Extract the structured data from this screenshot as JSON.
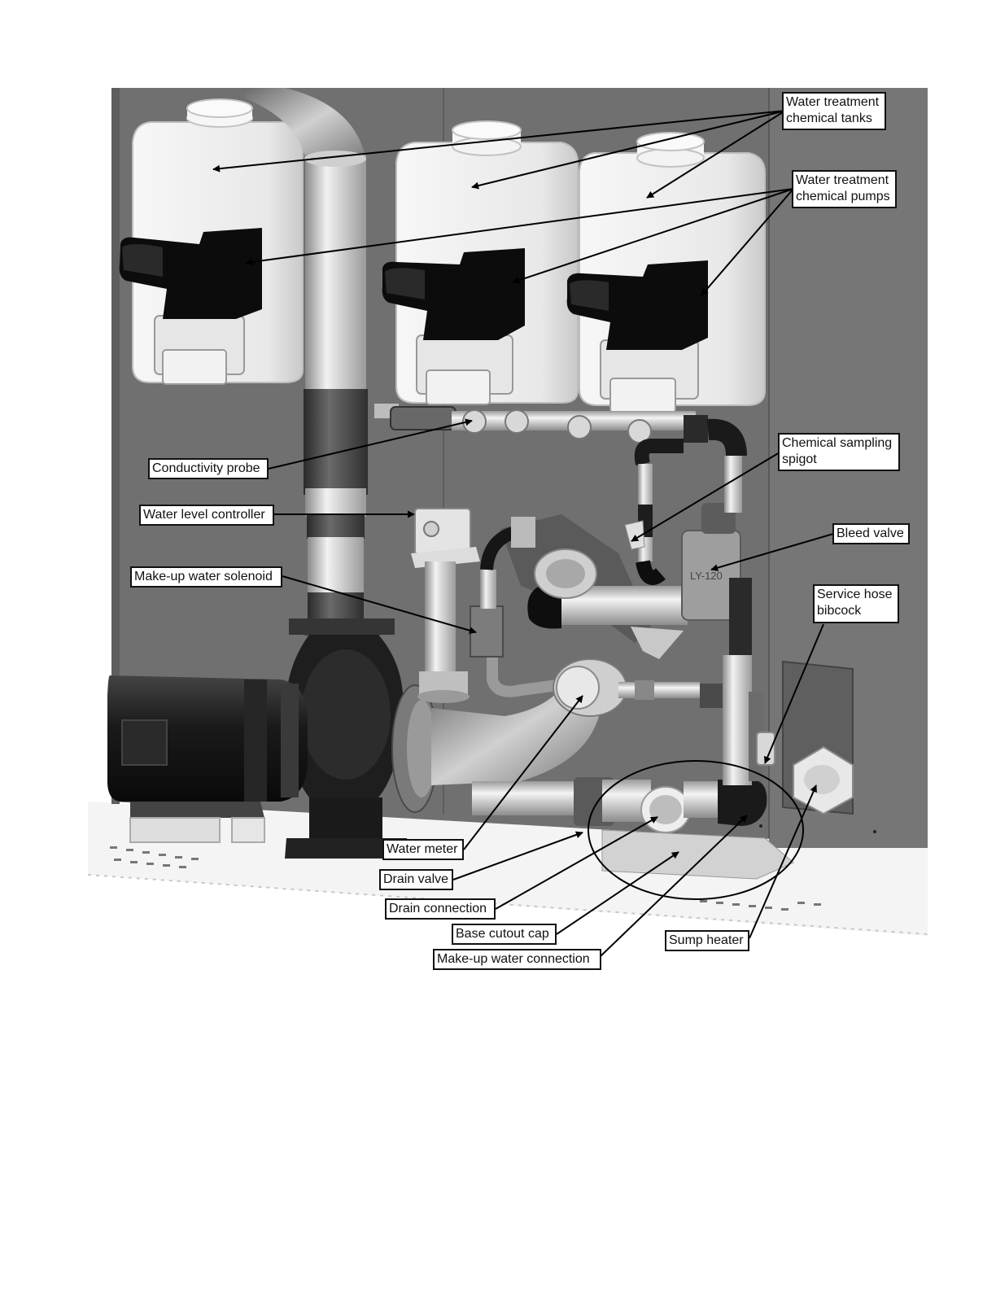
{
  "labels": {
    "water_treatment_tanks": "Water treatment\nchemical tanks",
    "water_treatment_pumps": "Water treatment\nchemical pumps",
    "conductivity_probe": "Conductivity probe",
    "chemical_sampling_spigot": "Chemical sampling\nspigot",
    "water_level_controller": "Water level controller",
    "bleed_valve": "Bleed valve",
    "makeup_water_solenoid": "Make-up water solenoid",
    "service_hose_bibcock": "Service hose\nbibcock",
    "water_meter": "Water meter",
    "drain_valve": "Drain valve",
    "drain_connection": "Drain connection",
    "base_cutout_cap": "Base cutout cap",
    "makeup_water_connection": "Make-up water connection",
    "sump_heater": "Sump heater"
  },
  "valve_marking": "LY-120",
  "colors": {
    "cabinet": "#6f6f6f",
    "cabinet_dark": "#5a5a5a",
    "tank": "#ececec",
    "pump_head": "#0c0c0c",
    "pipe_light": "#dcdcdc",
    "pipe_dark": "#2a2a2a",
    "floor": "#f4f4f4",
    "leader": "#000000"
  }
}
